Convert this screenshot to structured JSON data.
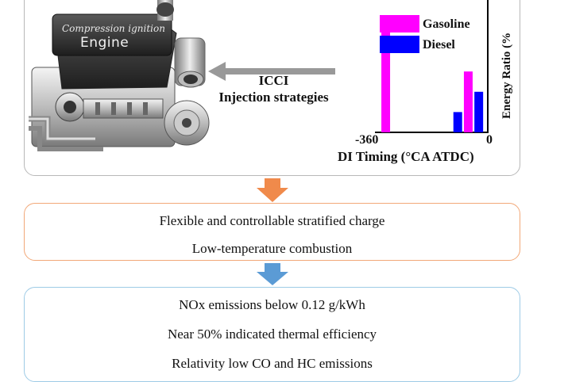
{
  "engine": {
    "subtitle": "Compression ignition",
    "title": "Engine"
  },
  "injection": {
    "line1": "ICCI",
    "line2": "Injection strategies"
  },
  "chart_data": {
    "type": "bar",
    "xlabel": "DI Timing (°CA ATDC)",
    "ylabel": "Energy Ratio (%",
    "xlim": [
      -360,
      0
    ],
    "x_ticks": [
      "-360",
      "0"
    ],
    "series": [
      {
        "name": "Gasoline",
        "color": "#ff00ff",
        "points": [
          {
            "x": -340,
            "y": 0.8
          },
          {
            "x": -65,
            "y": 0.48
          }
        ]
      },
      {
        "name": "Diesel",
        "color": "#0000ff",
        "points": [
          {
            "x": -100,
            "y": 0.16
          },
          {
            "x": -30,
            "y": 0.32
          }
        ]
      }
    ]
  },
  "characteristics": {
    "line1": "Flexible and controllable stratified charge",
    "line2": "Low-temperature combustion"
  },
  "results": {
    "line1": "NOx emissions below 0.12 g/kWh",
    "line2": "Near 50% indicated thermal efficiency",
    "line3": "Relativity low CO and HC emissions"
  },
  "colors": {
    "gasoline": "#ff00ff",
    "diesel": "#0000ff",
    "orange_arrow": "#f08a4b",
    "blue_arrow": "#5b9bd5"
  }
}
